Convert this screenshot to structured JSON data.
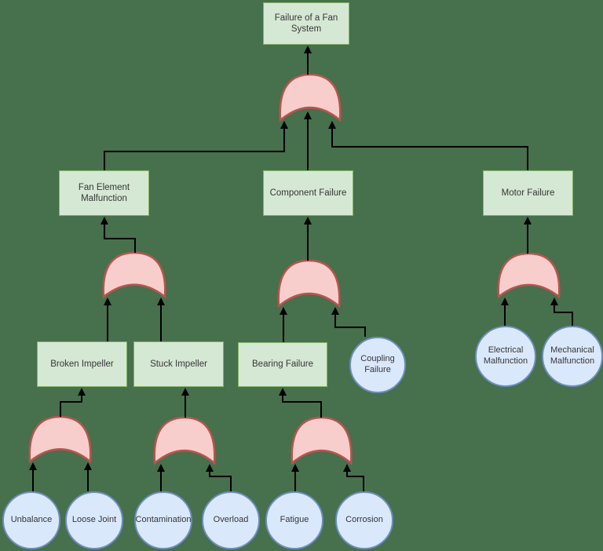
{
  "diagram": {
    "type": "fault_tree",
    "title": "Failure of a Fan System"
  },
  "colors": {
    "background": "#47704c",
    "event_fill": "#d5e8d4",
    "event_border": "#82b366",
    "gate_fill": "#f8cecc",
    "gate_border": "#b85450",
    "basic_event_fill": "#dae8fc",
    "basic_event_border": "#6c8ebf",
    "connector": "#000000",
    "text": "#363636"
  },
  "nodes": {
    "top_event": {
      "label": "Failure of a Fan System",
      "shape": "rectangle"
    },
    "fan_element_malfunction": {
      "label": "Fan Element Malfunction",
      "shape": "rectangle"
    },
    "component_failure": {
      "label": "Component Failure",
      "shape": "rectangle"
    },
    "motor_failure": {
      "label": "Motor Failure",
      "shape": "rectangle"
    },
    "broken_impeller": {
      "label": "Broken Impeller",
      "shape": "rectangle"
    },
    "stuck_impeller": {
      "label": "Stuck Impeller",
      "shape": "rectangle"
    },
    "bearing_failure": {
      "label": "Bearing Failure",
      "shape": "rectangle"
    },
    "coupling_failure": {
      "label": "Coupling Failure",
      "shape": "circle"
    },
    "electrical_malfunction": {
      "label": "Electrical Malfunction",
      "shape": "circle"
    },
    "mechanical_malfunction": {
      "label": "Mechanical Malfunction",
      "shape": "circle"
    },
    "unbalance": {
      "label": "Unbalance",
      "shape": "circle"
    },
    "loose_joint": {
      "label": "Loose Joint",
      "shape": "circle"
    },
    "contamination": {
      "label": "Contamination",
      "shape": "circle"
    },
    "overload": {
      "label": "Overload",
      "shape": "circle"
    },
    "fatigue": {
      "label": "Fatigue",
      "shape": "circle"
    },
    "corrosion": {
      "label": "Corrosion",
      "shape": "circle"
    }
  },
  "gates": [
    {
      "id": "gate-top",
      "type": "OR",
      "output": "Failure of a Fan System"
    },
    {
      "id": "gate-fan-element",
      "type": "OR",
      "output": "Fan Element Malfunction"
    },
    {
      "id": "gate-component",
      "type": "OR",
      "output": "Component Failure"
    },
    {
      "id": "gate-motor",
      "type": "OR",
      "output": "Motor Failure"
    },
    {
      "id": "gate-broken-impeller",
      "type": "OR",
      "output": "Broken Impeller"
    },
    {
      "id": "gate-stuck-impeller",
      "type": "OR",
      "output": "Stuck Impeller"
    },
    {
      "id": "gate-bearing-failure",
      "type": "OR",
      "output": "Bearing Failure"
    }
  ]
}
